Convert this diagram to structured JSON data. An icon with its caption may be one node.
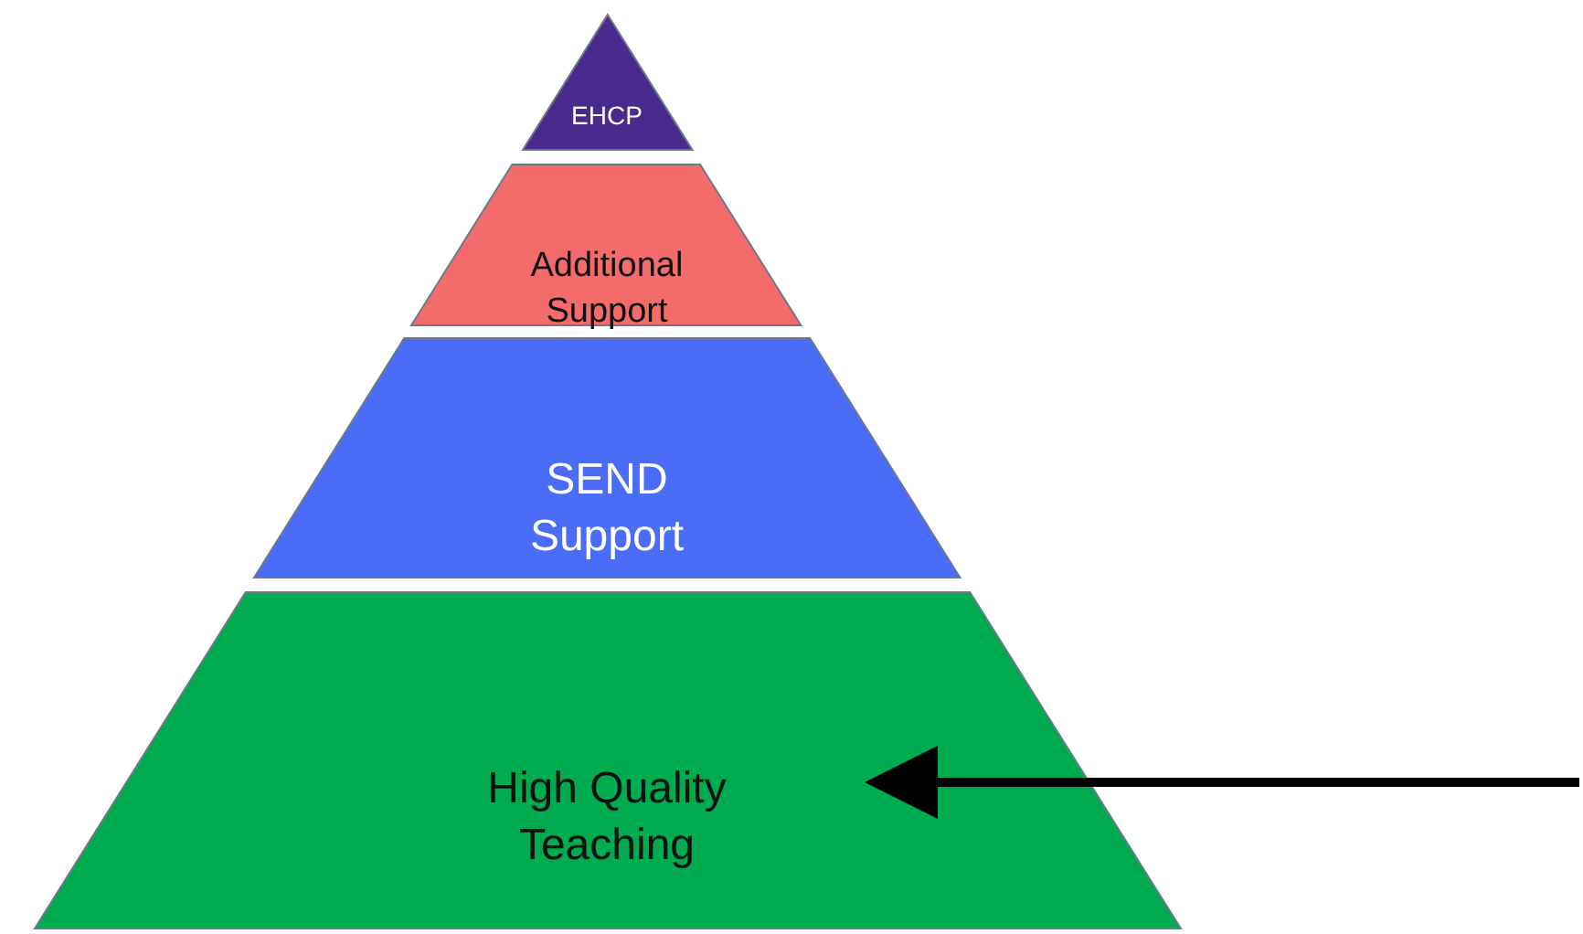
{
  "diagram": {
    "nodes": [
      {
        "text": [
          "EHCP"
        ]
      },
      {
        "text": [
          "Additional Support"
        ]
      },
      {
        "text": [
          "SEND Support"
        ]
      },
      {
        "text": [
          "High Quality Teaching"
        ]
      }
    ],
    "edges": [
      {
        "from": null,
        "to": 3,
        "arrow": "to"
      }
    ]
  }
}
